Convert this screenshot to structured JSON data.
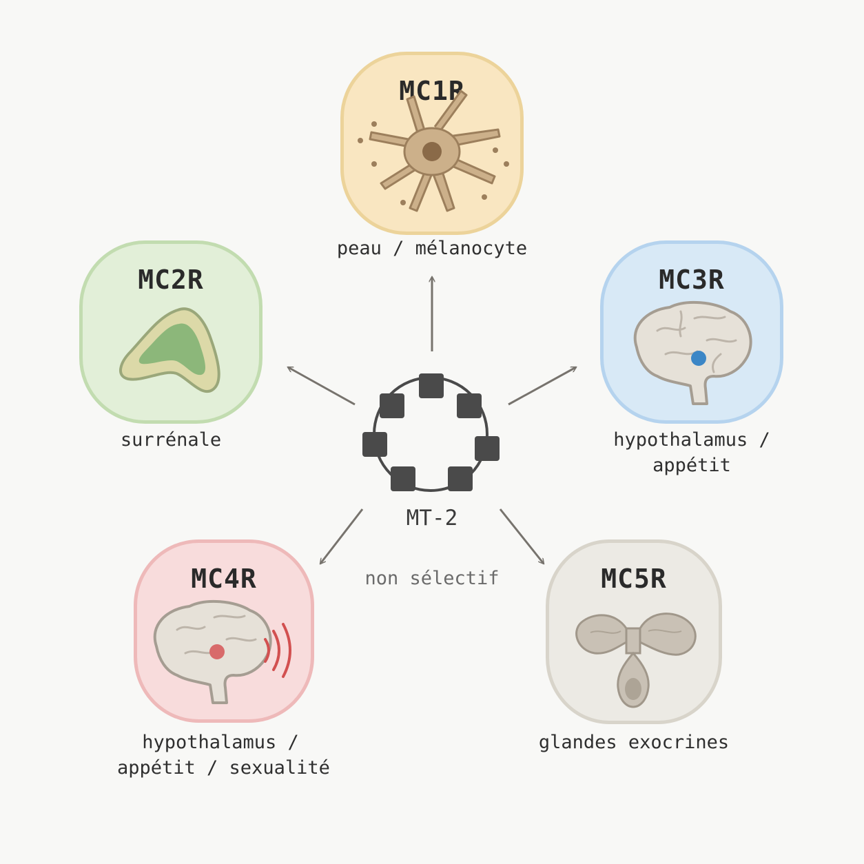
{
  "center": {
    "name": "MT-2",
    "note": "non sélectif"
  },
  "receptors": [
    {
      "id": "MC1R",
      "caption_lines": [
        "peau / mélanocyte"
      ],
      "icon": "melanocyte-icon",
      "fill": "#f9e6c1",
      "border": "#ecd39a"
    },
    {
      "id": "MC2R",
      "caption_lines": [
        "surrénale"
      ],
      "icon": "adrenal-gland-icon",
      "fill": "#e2efd8",
      "border": "#c2dcb0"
    },
    {
      "id": "MC3R",
      "caption_lines": [
        "hypothalamus /",
        "appétit"
      ],
      "icon": "brain-icon",
      "fill": "#d8e9f6",
      "border": "#b5d3ee"
    },
    {
      "id": "MC4R",
      "caption_lines": [
        "hypothalamus /",
        "appétit / sexualité"
      ],
      "icon": "brain-signal-icon",
      "fill": "#f8dcdc",
      "border": "#eeb9b9"
    },
    {
      "id": "MC5R",
      "caption_lines": [
        "glandes exocrines"
      ],
      "icon": "exocrine-gland-icon",
      "fill": "#eceae4",
      "border": "#d8d4ca"
    }
  ],
  "colors": {
    "arrow": "#77736d",
    "peptide": "#4a4a4a",
    "mc3r_dot": "#3b86c6",
    "mc4r_dot": "#d86a6a",
    "signal_waves": "#d25050"
  }
}
